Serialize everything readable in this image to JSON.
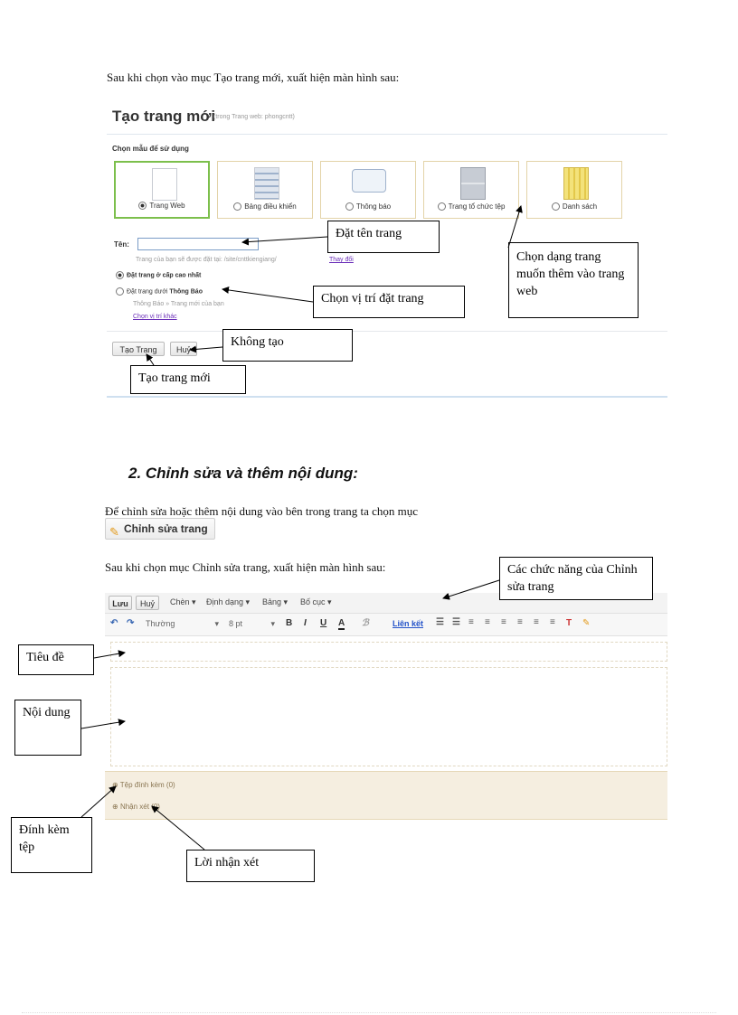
{
  "intro": "Sau khi chọn vào mục Tạo trang mới, xuất hiện màn hình sau:",
  "create_page": {
    "title": "Tạo trang mới",
    "subtitle": "(trong Trang web: phongcntt)",
    "choose_template": "Chọn mẫu để sử dụng",
    "templates": [
      {
        "label": "Trang Web",
        "icon": "web-page-icon"
      },
      {
        "label": "Bảng điều khiển",
        "icon": "dashboard-icon"
      },
      {
        "label": "Thông báo",
        "icon": "announcement-icon"
      },
      {
        "label": "Trang tổ chức tệp",
        "icon": "file-cabinet-icon"
      },
      {
        "label": "Danh sách",
        "icon": "list-icon"
      }
    ],
    "name_label": "Tên:",
    "name_value": "",
    "url_hint": "Trang của bạn sẽ được đặt tại: /site/cnttkiengiang/",
    "change_link": "Thay đổi",
    "option_top": "Đặt trang ở cấp cao nhất",
    "option_under_prefix": "Đặt trang dưới ",
    "option_under_bold": "Thông Báo",
    "breadcrumb_hint": "Thông Báo » Trang mới của bạn",
    "choose_location": "Chọn vị trí khác",
    "create_button": "Tạo Trang",
    "cancel_button": "Huỷ"
  },
  "callouts": {
    "name_page": "Đặt tên trang",
    "choose_type": "Chọn dạng trang muốn thêm vào trang web",
    "choose_location": "Chọn vị trí đặt trang",
    "no_create": "Không tạo",
    "create_new": "Tạo trang mới",
    "edit_functions": "Các chức năng của Chỉnh sửa trang",
    "title": "Tiêu đề",
    "content": "Nội dung",
    "attach": "Đính kèm tệp",
    "comments": "Lời nhận xét"
  },
  "section_heading": "2. Chỉnh sửa và thêm nội dung:",
  "edit_paragraph": "Để chỉnh sửa hoặc thêm nội dung vào bên trong trang ta chọn mục",
  "edit_page_button": "Chỉnh sửa trang",
  "after_edit": "Sau khi chọn mục Chỉnh sửa trang, xuất hiện màn hình sau:",
  "editor": {
    "save": "Lưu",
    "cancel": "Huỷ",
    "menus": [
      "Chèn ▾",
      "Định dạng ▾",
      "Bảng ▾",
      "Bố cục ▾"
    ],
    "style_value": "Thường",
    "size_value": "8 pt",
    "link": "Liên kết",
    "attachments": "Tệp đính kèm (0)",
    "comments": "Nhận xét (0)"
  }
}
